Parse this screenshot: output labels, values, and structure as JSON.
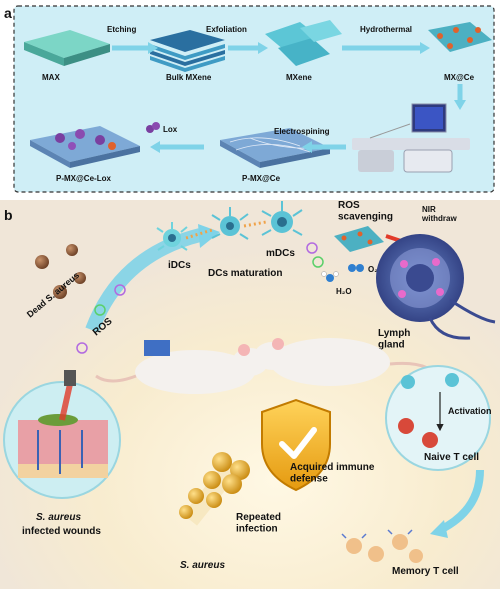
{
  "panel_a": {
    "label": "a",
    "steps": [
      "MAX",
      "Bulk MXene",
      "MXene",
      "MX@Ce",
      "P-MX@Ce",
      "P-MX@Ce-Lox"
    ],
    "arrows": [
      "Etching",
      "Exfoliation",
      "Hydrothermal",
      "Electrospining",
      "Lox"
    ]
  },
  "panel_b": {
    "label": "b",
    "dead_bacteria": "Dead S. aureus",
    "ros": "ROS",
    "idcs": "iDCs",
    "maturation": "DCs maturation",
    "mdcs": "mDCs",
    "ros_scavenging": "ROS\nscavenging",
    "nir_withdraw": "NIR\nwithdraw",
    "o2": "O₂",
    "h2o": "H₂O",
    "lymph_gland": "Lymph\ngland",
    "activation": "Activation",
    "naive_t": "Naive T cell",
    "acquired": "Acquired immune\ndefense",
    "wounds_italic": "S. aureus",
    "wounds": "infected wounds",
    "repeated": "Repeated\ninfection",
    "s_aureus": "S. aureus",
    "memory_t": "Memory T cell"
  },
  "colors": {
    "panel_a_bg": "#cfeef6",
    "panel_b_bg": "#fbf3e4",
    "arrow": "#7fd3e8"
  }
}
